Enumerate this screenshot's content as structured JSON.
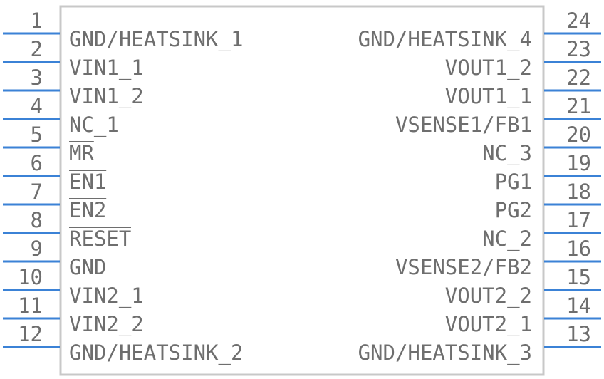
{
  "component": {
    "body_stroke": "#c8c8c8",
    "pin_color": "#3b82d6",
    "text_color": "#6e6e6e",
    "left_pins": [
      {
        "number": "1",
        "label": "GND/HEATSINK_1"
      },
      {
        "number": "2",
        "label": "VIN1_1"
      },
      {
        "number": "3",
        "label": "VIN1_2"
      },
      {
        "number": "4",
        "label": "NC_1"
      },
      {
        "number": "5",
        "label": "MR",
        "overbar": true
      },
      {
        "number": "6",
        "label": "EN1",
        "overbar": true
      },
      {
        "number": "7",
        "label": "EN2",
        "overbar": true
      },
      {
        "number": "8",
        "label": "RESET",
        "overbar": true
      },
      {
        "number": "9",
        "label": "GND"
      },
      {
        "number": "10",
        "label": "VIN2_1"
      },
      {
        "number": "11",
        "label": "VIN2_2"
      },
      {
        "number": "12",
        "label": "GND/HEATSINK_2"
      }
    ],
    "right_pins": [
      {
        "number": "24",
        "label": "GND/HEATSINK_4"
      },
      {
        "number": "23",
        "label": "VOUT1_2"
      },
      {
        "number": "22",
        "label": "VOUT1_1"
      },
      {
        "number": "21",
        "label": "VSENSE1/FB1"
      },
      {
        "number": "20",
        "label": "NC_3"
      },
      {
        "number": "19",
        "label": "PG1"
      },
      {
        "number": "18",
        "label": "PG2"
      },
      {
        "number": "17",
        "label": "NC_2"
      },
      {
        "number": "16",
        "label": "VSENSE2/FB2"
      },
      {
        "number": "15",
        "label": "VOUT2_2"
      },
      {
        "number": "14",
        "label": "VOUT2_1"
      },
      {
        "number": "13",
        "label": "GND/HEATSINK_3"
      }
    ]
  }
}
